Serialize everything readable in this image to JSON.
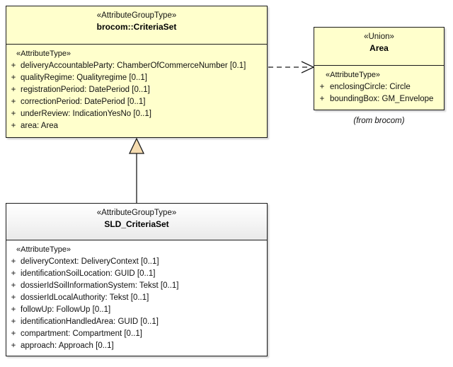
{
  "diagram": {
    "type": "uml-class-diagram",
    "background_color": "#ffffff",
    "class_fill_yellow": "#ffffcc",
    "class_border_color": "#1a1a1a",
    "generalization_arrow_fill": "#f5dcb0"
  },
  "classes": {
    "criteriaset": {
      "stereotype": "«AttributeGroupType»",
      "name": "brocom::CriteriaSet",
      "group_stereotype": "«AttributeType»",
      "attributes": [
        {
          "visibility": "+",
          "text": "deliveryAccountableParty: ChamberOfCommerceNumber [0.1]"
        },
        {
          "visibility": "+",
          "text": "qualityRegime: Qualityregime [0..1]"
        },
        {
          "visibility": "+",
          "text": "registrationPeriod: DatePeriod [0..1]"
        },
        {
          "visibility": "+",
          "text": "correctionPeriod: DatePeriod [0..1]"
        },
        {
          "visibility": "+",
          "text": "underReview: IndicationYesNo [0..1]"
        },
        {
          "visibility": "+",
          "text": "area: Area"
        }
      ]
    },
    "area": {
      "stereotype": "«Union»",
      "name": "Area",
      "group_stereotype": "«AttributeType»",
      "attributes": [
        {
          "visibility": "+",
          "text": "enclosingCircle: Circle"
        },
        {
          "visibility": "+",
          "text": "boundingBox: GM_Envelope"
        }
      ],
      "package_note": "(from brocom)"
    },
    "sld_criteriaset": {
      "stereotype": "«AttributeGroupType»",
      "name": "SLD_CriteriaSet",
      "group_stereotype": "«AttributeType»",
      "attributes": [
        {
          "visibility": "+",
          "text": "deliveryContext: DeliveryContext [0..1]"
        },
        {
          "visibility": "+",
          "text": "identificationSoilLocation: GUID [0..1]"
        },
        {
          "visibility": "+",
          "text": "dossierIdSoilInformationSystem: Tekst [0..1]"
        },
        {
          "visibility": "+",
          "text": "dossierIdLocalAuthority: Tekst [0..1]"
        },
        {
          "visibility": "+",
          "text": "followUp: FollowUp [0..1]"
        },
        {
          "visibility": "+",
          "text": "identificationHandledArea: GUID [0..1]"
        },
        {
          "visibility": "+",
          "text": "compartment: Compartment [0..1]"
        },
        {
          "visibility": "+",
          "text": "approach: Approach [0..1]"
        }
      ]
    }
  },
  "connectors": [
    {
      "kind": "generalization",
      "from": "SLD_CriteriaSet",
      "to": "brocom::CriteriaSet",
      "label": ""
    },
    {
      "kind": "dependency",
      "from": "brocom::CriteriaSet",
      "to": "Area",
      "label": ""
    }
  ]
}
